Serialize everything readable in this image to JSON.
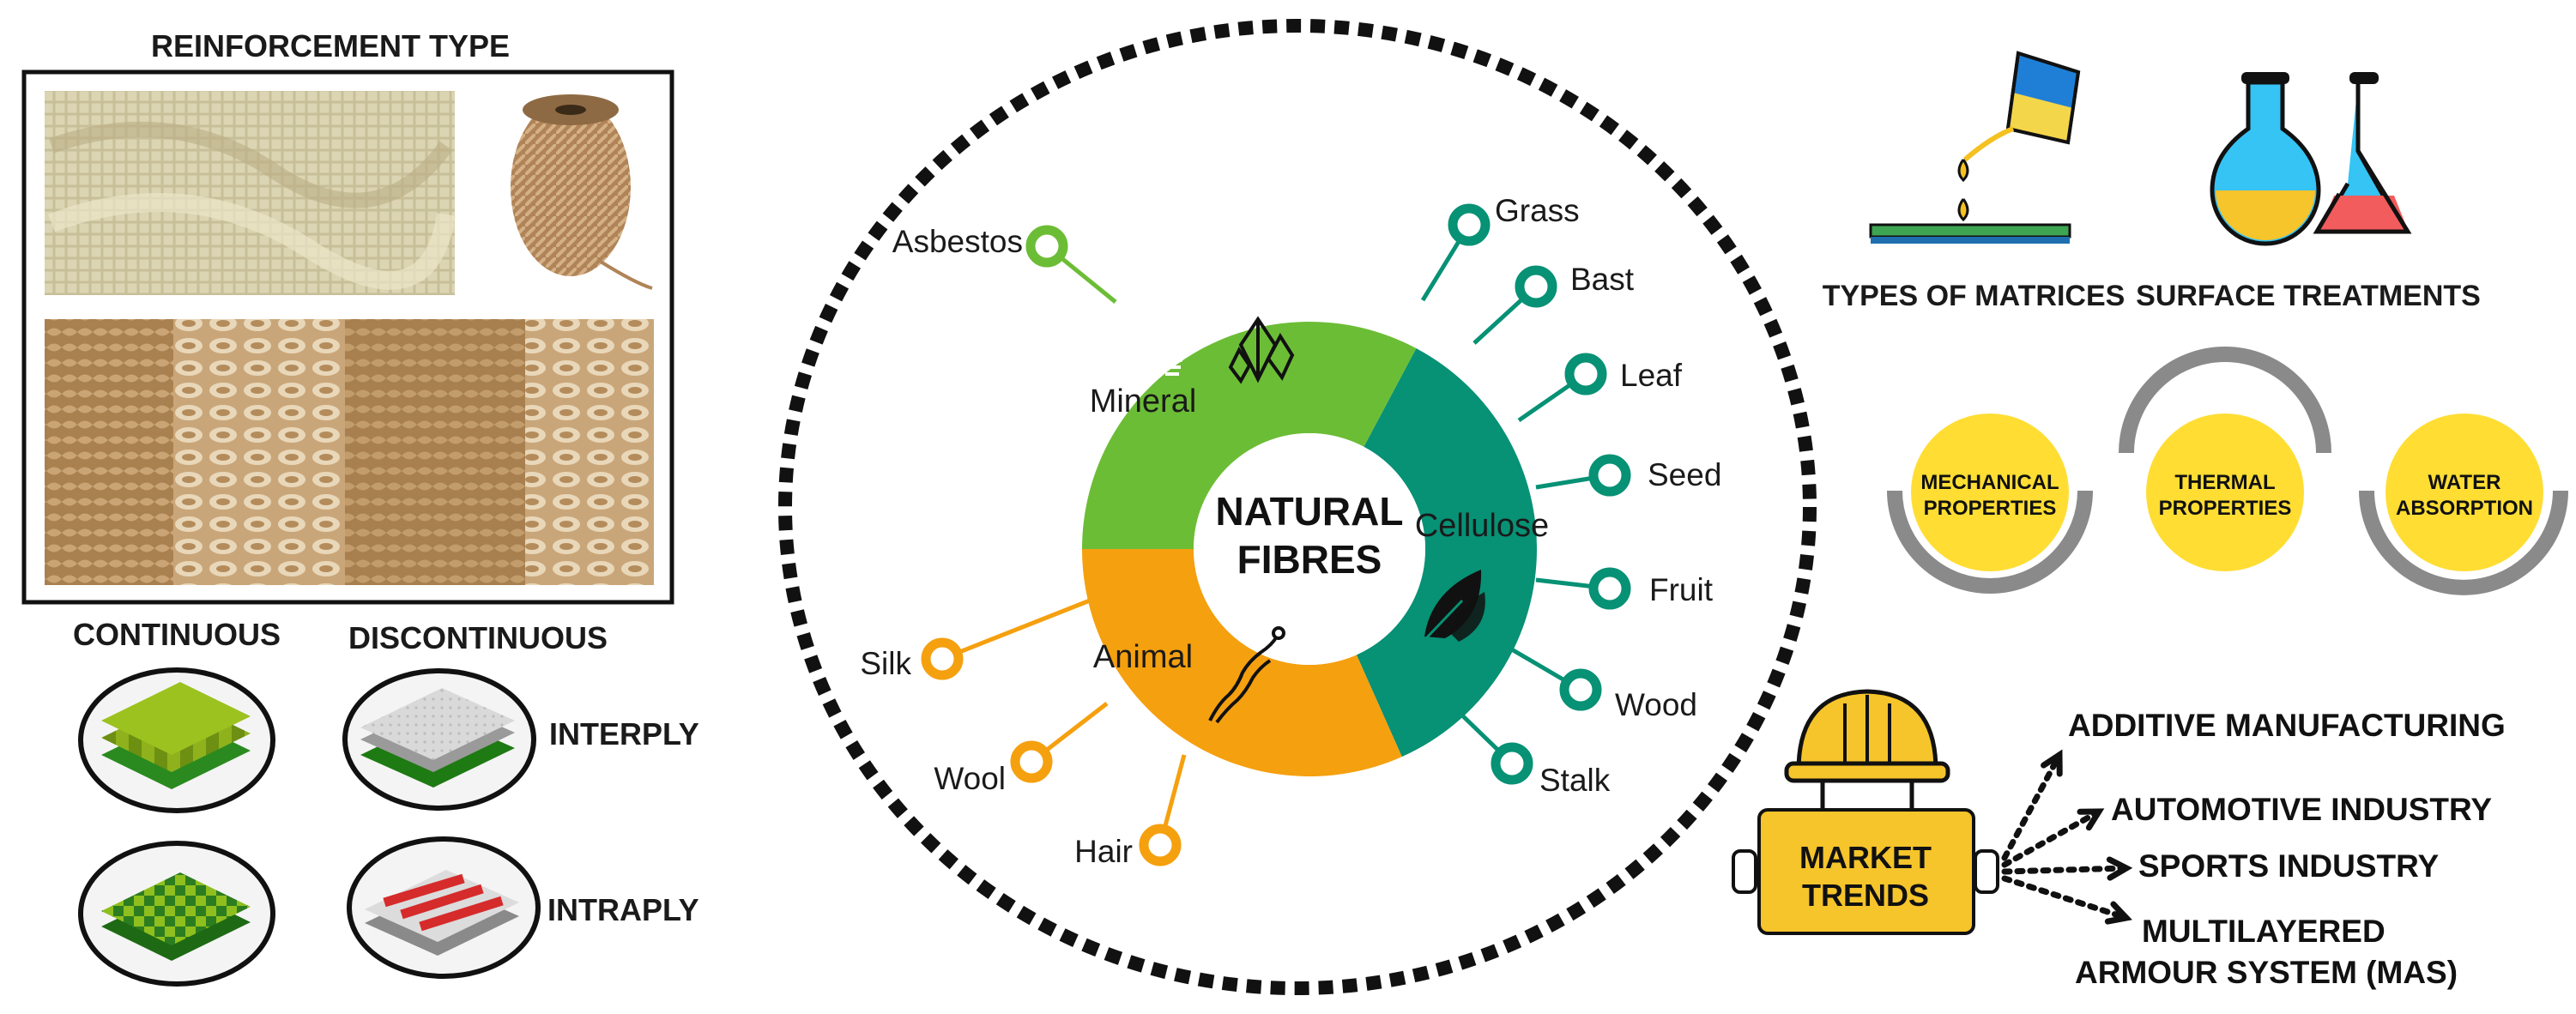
{
  "reinforcement": {
    "title": "REINFORCEMENT TYPE",
    "continuous": "CONTINUOUS",
    "discontinuous": "DISCONTINUOUS",
    "interply": "INTERPLY",
    "intraply": "INTRAPLY"
  },
  "center": {
    "line1": "NATURAL",
    "line2": "FIBRES",
    "segments": {
      "mineral": "Mineral",
      "cellulose": "Cellulose",
      "animal": "Animal"
    },
    "mineral_items": [
      "Asbestos"
    ],
    "cellulose_items": [
      "Grass",
      "Bast",
      "Leaf",
      "Seed",
      "Fruit",
      "Wood",
      "Stalk"
    ],
    "animal_items": [
      "Silk",
      "Wool",
      "Hair"
    ]
  },
  "right": {
    "matrices": "TYPES OF MATRICES",
    "treatments": "SURFACE TREATMENTS",
    "properties": [
      {
        "line1": "MECHANICAL",
        "line2": "PROPERTIES"
      },
      {
        "line1": "THERMAL",
        "line2": "PROPERTIES"
      },
      {
        "line1": "WATER",
        "line2": "ABSORPTION"
      }
    ],
    "market": {
      "line1": "MARKET",
      "line2": "TRENDS"
    },
    "trends": [
      {
        "line1": "ADDITIVE MANUFACTURING"
      },
      {
        "line1": "AUTOMOTIVE INDUSTRY"
      },
      {
        "line1": "SPORTS INDUSTRY"
      },
      {
        "line1": "MULTILAYERED",
        "line2": "ARMOUR SYSTEM (MAS)"
      }
    ]
  },
  "colors": {
    "mineral": "#6cbd36",
    "cellulose": "#079175",
    "animal": "#f5a00f",
    "yellow": "#ffdd33",
    "grey_arc": "#8a8a8a",
    "text": "#1a1a1a"
  }
}
